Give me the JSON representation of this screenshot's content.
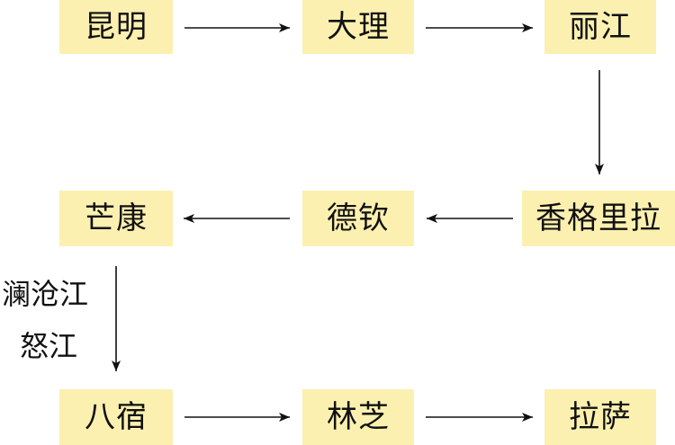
{
  "colors": {
    "node_fill": "#fcf0b0",
    "arrow": "#111111",
    "text": "#111111"
  },
  "nodes": {
    "kunming": "昆明",
    "dali": "大理",
    "lijiang": "丽江",
    "shangrila": "香格里拉",
    "deqin": "德钦",
    "mangkang": "芒康",
    "basu": "八宿",
    "linzhi": "林芝",
    "lasa": "拉萨"
  },
  "edge_labels": {
    "river_1": "澜沧江",
    "river_2": "怒江"
  },
  "edges": [
    [
      "kunming",
      "dali"
    ],
    [
      "dali",
      "lijiang"
    ],
    [
      "lijiang",
      "shangrila"
    ],
    [
      "shangrila",
      "deqin"
    ],
    [
      "deqin",
      "mangkang"
    ],
    [
      "mangkang",
      "basu"
    ],
    [
      "basu",
      "linzhi"
    ],
    [
      "linzhi",
      "lasa"
    ]
  ]
}
